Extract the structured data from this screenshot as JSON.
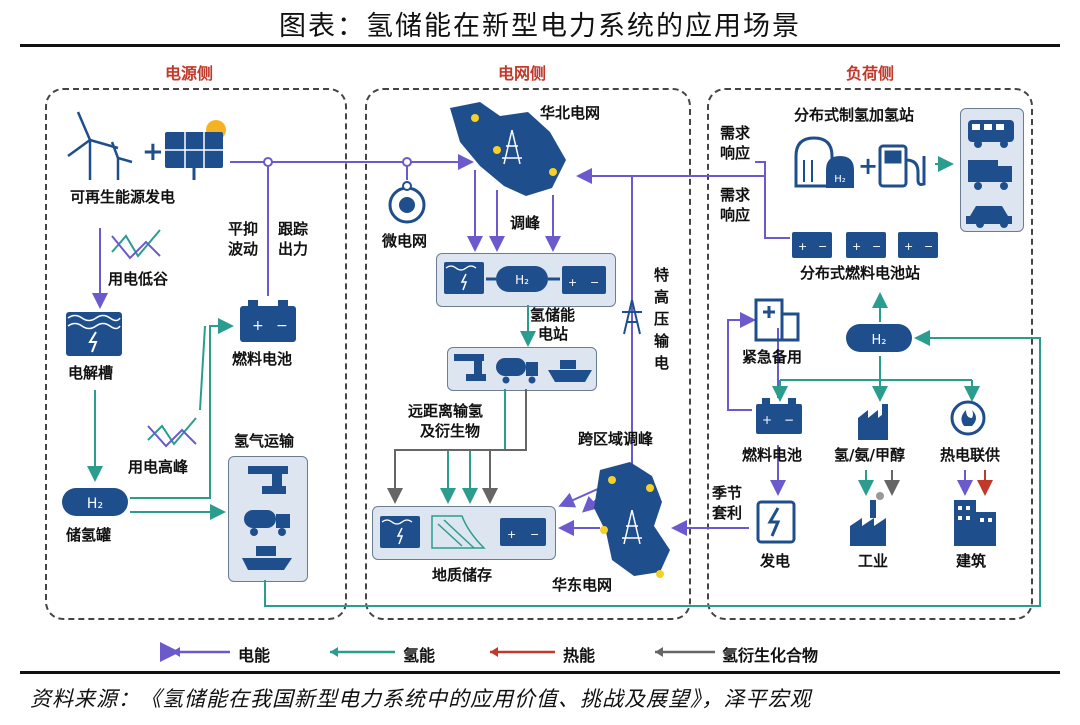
{
  "title": "图表：氢储能在新型电力系统的应用场景",
  "sections": {
    "source_side": "电源侧",
    "grid_side": "电网侧",
    "load_side": "负荷侧"
  },
  "source_panel": {
    "renewable": "可再生能源发电",
    "low_valley": "用电低谷",
    "electrolyzer": "电解槽",
    "storage_tank": "储氢罐",
    "peak": "用电高峰",
    "smooth": [
      "平抑",
      "波动"
    ],
    "track": [
      "跟踪",
      "出力"
    ],
    "fuel_cell": "燃料电池",
    "h2_transport": "氢气运输"
  },
  "grid_panel": {
    "north_grid": "华北电网",
    "microgrid": "微电网",
    "peak_shaving": "调峰",
    "h2_station": [
      "氢储能",
      "电站"
    ],
    "long_distance": [
      "远距离输氢",
      "及衍生物"
    ],
    "cross_region": "跨区域调峰",
    "geo_storage": "地质储存",
    "east_grid": "华东电网",
    "uhv": [
      "特",
      "高",
      "压",
      "输",
      "电"
    ]
  },
  "load_panel": {
    "demand_response_1": [
      "需求",
      "响应"
    ],
    "demand_response_2": [
      "需求",
      "响应"
    ],
    "h2_refuel_station": "分布式制氢加氢站",
    "fuel_cell_station": "分布式燃料电池站",
    "emergency": "紧急备用",
    "fuel_cell": "燃料电池",
    "chemicals": "氢/氨/甲醇",
    "chp": "热电联供",
    "seasonal": [
      "季节",
      "套利"
    ],
    "power_gen": "发电",
    "industry": "工业",
    "building": "建筑"
  },
  "h2_mark": "H₂",
  "legend": [
    {
      "label": "电能",
      "color": "#6a5acd"
    },
    {
      "label": "氢能",
      "color": "#2a9d8f"
    },
    {
      "label": "热能",
      "color": "#c0392b"
    },
    {
      "label": "氢衍生化合物",
      "color": "#666666"
    }
  ],
  "colors": {
    "electric": "#6a5acd",
    "hydrogen": "#2a9d8f",
    "heat": "#c0392b",
    "derivative": "#666666",
    "icon": "#1f4e8c"
  },
  "source": "资料来源：《氢储能在我国新型电力系统中的应用价值、挑战及展望》，泽平宏观"
}
